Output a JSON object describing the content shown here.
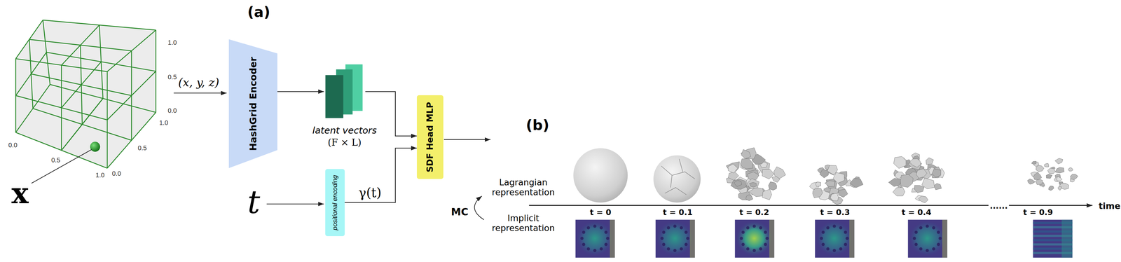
{
  "diagram": {
    "nodes": [
      {
        "text": [
          "HashGrid Encoder"
        ]
      },
      {
        "text": [
          "latent vectors",
          "(F × L)"
        ]
      },
      {
        "text": [
          "positional encoding"
        ]
      },
      {
        "text": [
          "SDF Head MLP"
        ]
      }
    ],
    "edges": [
      {
        "from": 0,
        "to": 1,
        "arrow": "to"
      },
      {
        "from": 1,
        "to": 3,
        "arrow": "to"
      },
      {
        "from": 2,
        "to": 3,
        "label": "γ(t)",
        "arrow": "to"
      }
    ],
    "labels": [
      "(a)",
      "1.0",
      "0.5",
      "0.0",
      "1.0",
      "0.5",
      "0.0",
      "0.0",
      "0.5",
      "1.0",
      "x",
      "(x, y, z)",
      "t",
      "(b)",
      "MC",
      "Lagrangian representation",
      "Implicit representation",
      "t = 0",
      "t = 0.1",
      "t = 0.2",
      "t = 0.3",
      "t = 0.4",
      "......",
      "t = 0.9",
      "time"
    ]
  }
}
